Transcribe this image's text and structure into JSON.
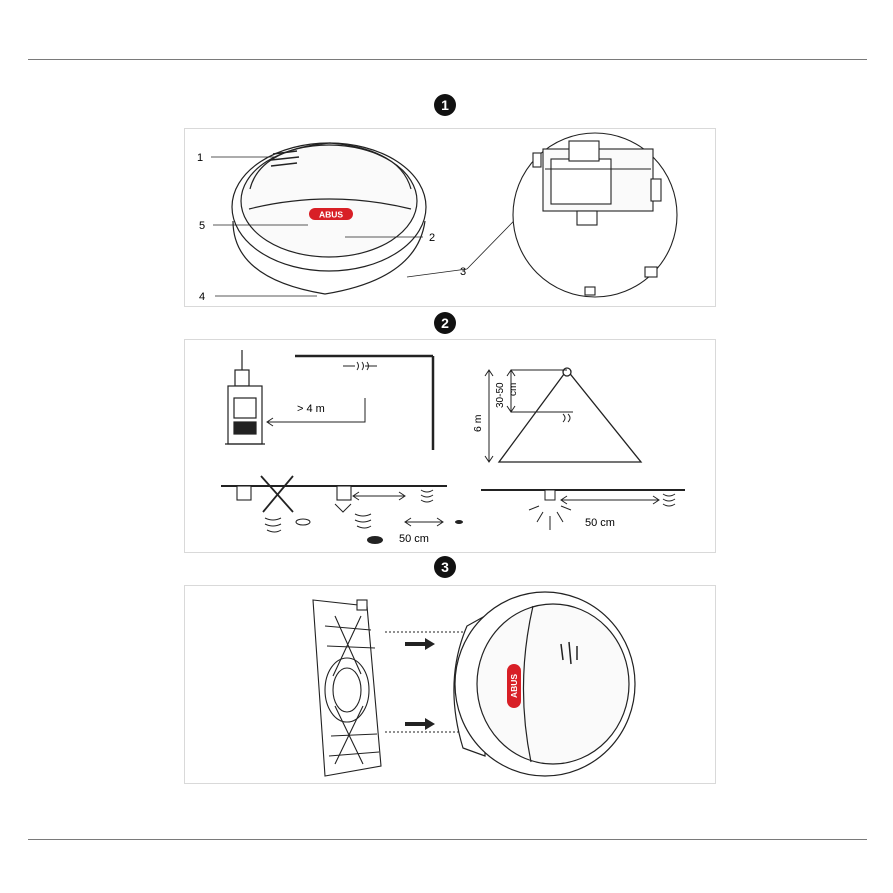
{
  "steps": [
    {
      "number": "1",
      "marker": "filled-circle-number"
    },
    {
      "number": "2",
      "marker": "filled-circle-number"
    },
    {
      "number": "3",
      "marker": "filled-circle-number"
    }
  ],
  "brand": {
    "logo_text": "ABUS",
    "logo_color": "#d81f26"
  },
  "panel1": {
    "callouts": [
      "1",
      "2",
      "3",
      "4",
      "5"
    ]
  },
  "panel2": {
    "distance_wall": "> 4 m",
    "height_room": "6 m",
    "roof_peak": "30-50",
    "roof_peak_unit": "cm",
    "lamp_distance_left": "50 cm",
    "lamp_distance_right": "50 cm"
  },
  "colors": {
    "line": "#222222",
    "panel_border": "#d9d9d9",
    "rule": "#7a7a7a"
  }
}
